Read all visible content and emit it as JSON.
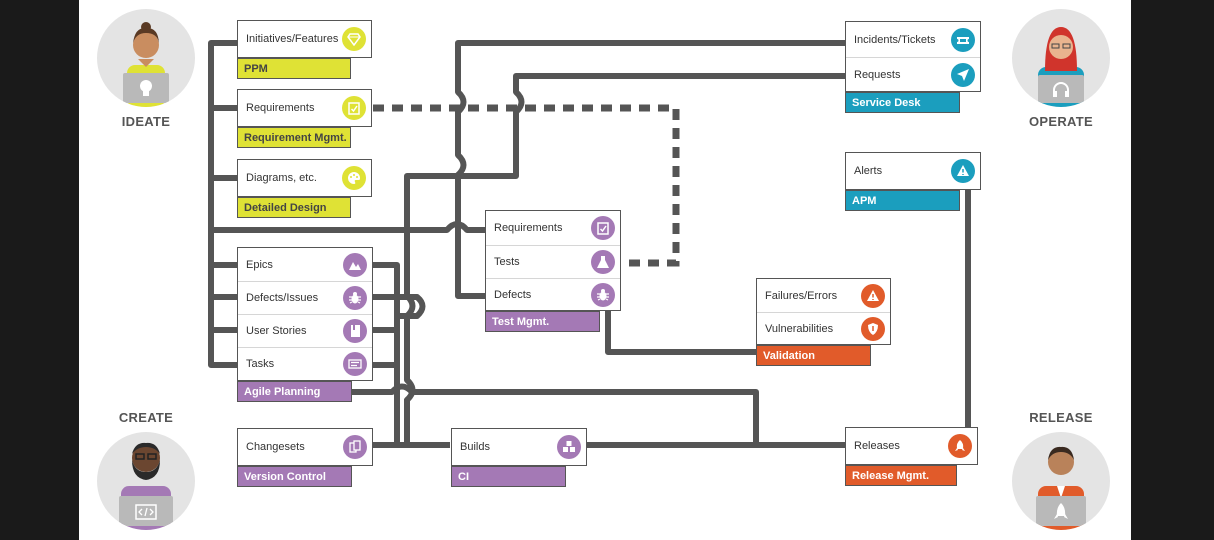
{
  "colors": {
    "yellow": "#dfe235",
    "purple": "#a479b5",
    "teal": "#1b9ebe",
    "orange": "#e15b2a",
    "connector": "#555555"
  },
  "personas": {
    "ideate": {
      "label": "IDEATE",
      "icon": "lightbulb-icon"
    },
    "operate": {
      "label": "OPERATE",
      "icon": "headset-icon"
    },
    "create": {
      "label": "CREATE",
      "icon": "code-icon"
    },
    "release": {
      "label": "RELEASE",
      "icon": "rocket-icon"
    }
  },
  "ppm": {
    "items": [
      {
        "label": "Initiatives/Features",
        "icon": "diamond-icon"
      }
    ],
    "tag": "PPM"
  },
  "requirement_mgmt": {
    "items": [
      {
        "label": "Requirements",
        "icon": "clipboard-check-icon"
      }
    ],
    "tag": "Requirement Mgmt."
  },
  "detailed_design": {
    "items": [
      {
        "label": "Diagrams, etc.",
        "icon": "palette-icon"
      }
    ],
    "tag": "Detailed Design"
  },
  "agile_planning": {
    "items": [
      {
        "label": "Epics",
        "icon": "mountain-icon"
      },
      {
        "label": "Defects/Issues",
        "icon": "bug-icon"
      },
      {
        "label": "User Stories",
        "icon": "book-icon"
      },
      {
        "label": "Tasks",
        "icon": "task-list-icon"
      }
    ],
    "tag": "Agile Planning"
  },
  "version_control": {
    "items": [
      {
        "label": "Changesets",
        "icon": "changeset-icon"
      }
    ],
    "tag": "Version Control"
  },
  "test_mgmt": {
    "items": [
      {
        "label": "Requirements",
        "icon": "clipboard-check-icon"
      },
      {
        "label": "Tests",
        "icon": "flask-icon"
      },
      {
        "label": "Defects",
        "icon": "bug-icon"
      }
    ],
    "tag": "Test Mgmt."
  },
  "ci": {
    "items": [
      {
        "label": "Builds",
        "icon": "build-blocks-icon"
      }
    ],
    "tag": "CI"
  },
  "service_desk": {
    "items": [
      {
        "label": "Incidents/Tickets",
        "icon": "ticket-icon"
      },
      {
        "label": "Requests",
        "icon": "paper-plane-icon"
      }
    ],
    "tag": "Service Desk"
  },
  "apm": {
    "items": [
      {
        "label": "Alerts",
        "icon": "warning-icon"
      }
    ],
    "tag": "APM"
  },
  "validation": {
    "items": [
      {
        "label": "Failures/Errors",
        "icon": "warning-icon"
      },
      {
        "label": "Vulnerabilities",
        "icon": "shield-icon"
      }
    ],
    "tag": "Validation"
  },
  "release_mgmt": {
    "items": [
      {
        "label": "Releases",
        "icon": "rocket-icon"
      }
    ],
    "tag": "Release Mgmt."
  }
}
